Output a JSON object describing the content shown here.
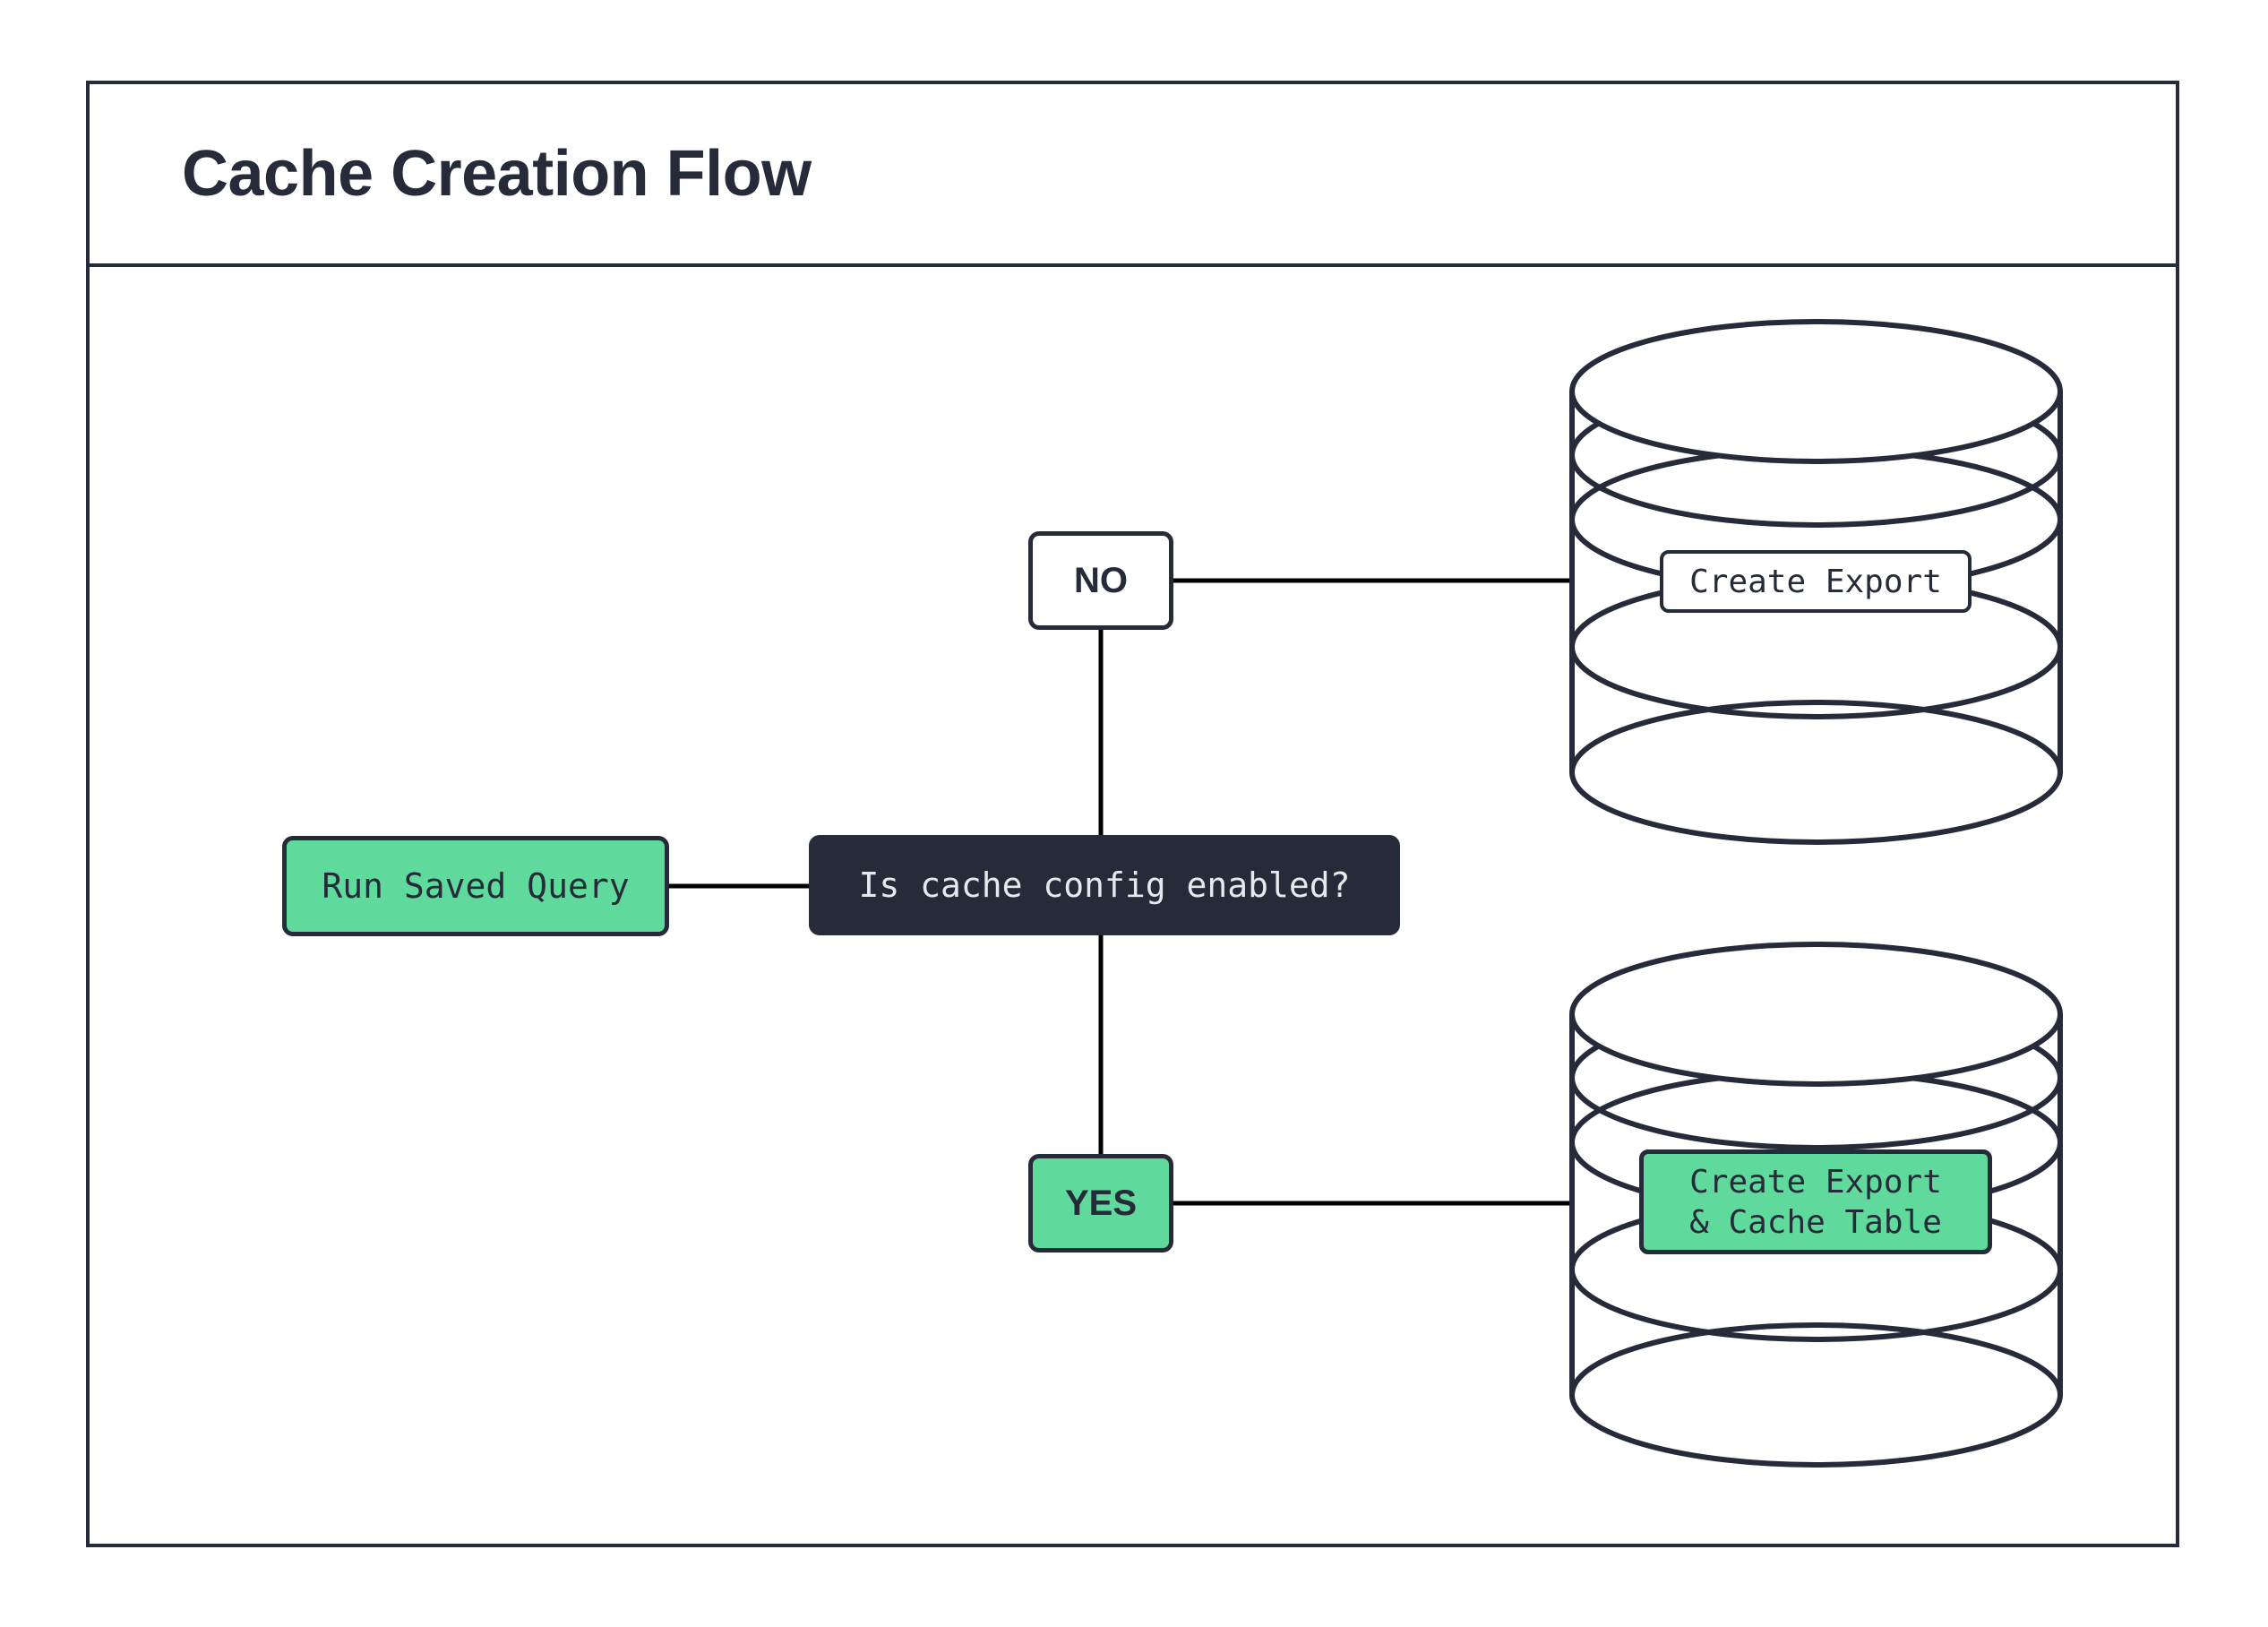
{
  "diagram": {
    "title": "Cache Creation Flow",
    "type": "flowchart",
    "colors": {
      "accent_green": "#5FD99C",
      "dark_navy": "#262B3A",
      "background": "#FFFFFF",
      "connector": "#000000",
      "dark_node_text": "#E6E8ED"
    },
    "nodes": [
      {
        "id": "run-saved-query",
        "label": "Run Saved Query",
        "shape": "rounded-rect",
        "style": "green"
      },
      {
        "id": "decision",
        "label": "Is cache config enabled?",
        "shape": "rounded-rect",
        "style": "dark"
      },
      {
        "id": "branch-no",
        "label": "NO",
        "shape": "rounded-rect",
        "style": "white"
      },
      {
        "id": "branch-yes",
        "label": "YES",
        "shape": "rounded-rect",
        "style": "green"
      },
      {
        "id": "create-export",
        "label": "Create Export",
        "shape": "database-cylinder",
        "style": "white"
      },
      {
        "id": "create-export-cache-table",
        "label": "Create Export\n& Cache Table",
        "shape": "database-cylinder",
        "style": "green"
      }
    ],
    "edges": [
      {
        "from": "run-saved-query",
        "to": "decision",
        "label": ""
      },
      {
        "from": "decision",
        "to": "branch-no",
        "label": ""
      },
      {
        "from": "decision",
        "to": "branch-yes",
        "label": ""
      },
      {
        "from": "branch-no",
        "to": "create-export",
        "label": ""
      },
      {
        "from": "branch-yes",
        "to": "create-export-cache-table",
        "label": ""
      }
    ]
  }
}
